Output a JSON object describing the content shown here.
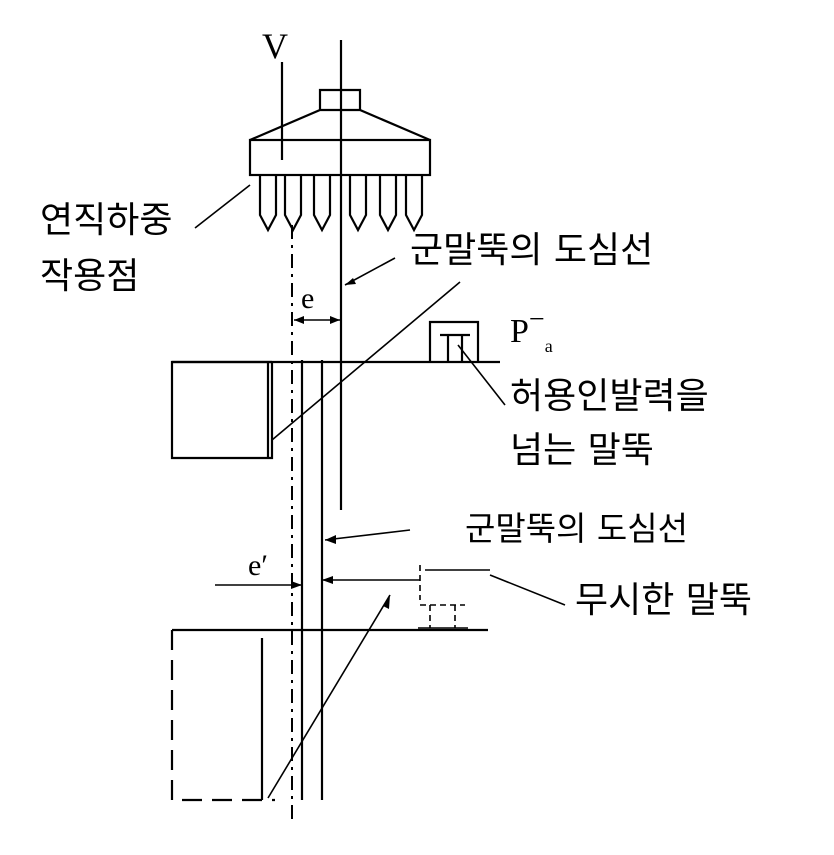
{
  "labels": {
    "load_symbol": "V",
    "vertical_load_point_line1": "연직하중",
    "vertical_load_point_line2": "작용점",
    "pile_group_centroid_line_1": "군말뚝의 도심선",
    "eccentricity_1": "e",
    "allowable_pullout_symbol_main": "P",
    "allowable_pullout_symbol_sup": "−",
    "allowable_pullout_symbol_sub": "a",
    "exceeding_pile_line1": "허용인발력을",
    "exceeding_pile_line2": "넘는 말뚝",
    "pile_group_centroid_line_2": "군말뚝의 도심선",
    "eccentricity_2": "e′",
    "ignored_pile": "무시한 말뚝"
  }
}
